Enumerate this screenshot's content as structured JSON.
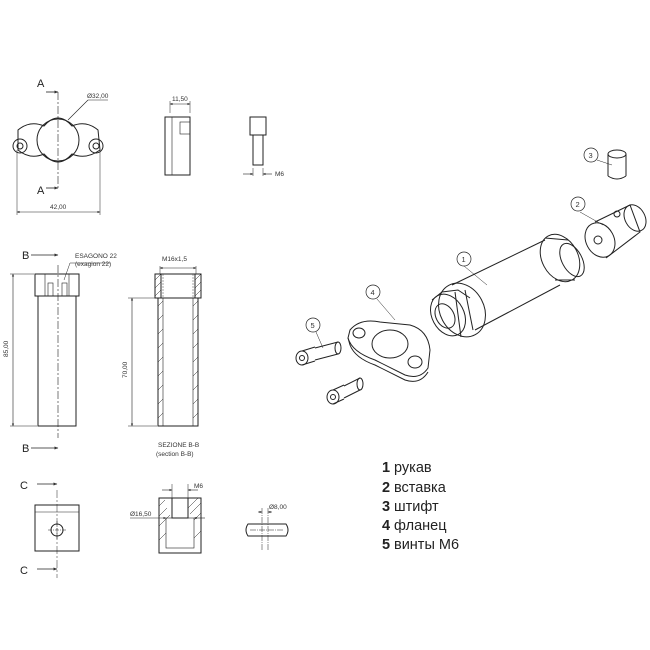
{
  "drawing": {
    "flange_view": {
      "section_letter_top": "A",
      "section_letter_bottom": "A",
      "diameter_label": "Ø32,00",
      "width_label": "42,00"
    },
    "insert_view": {
      "width_label": "11,50"
    },
    "screw_view": {
      "thread_label": "M6"
    },
    "sleeve_view": {
      "section_letter_top": "B",
      "section_letter_bottom": "B",
      "hex_label": "ESAGONO 22",
      "hex_label_en": "(exagion 22)",
      "height_label": "85,00"
    },
    "section_view": {
      "thread_label": "M16x1,5",
      "height_label": "70,00",
      "section_title": "SEZIONE B-B",
      "section_title_en": "(section B-B)"
    },
    "c_view": {
      "section_letter_top": "C",
      "section_letter_bottom": "C"
    },
    "insert_section": {
      "thread_label": "M6",
      "diameter_label": "Ø16,50"
    },
    "pin_view": {
      "diameter_label": "Ø8,00"
    }
  },
  "bubbles": {
    "sleeve": "1",
    "insert": "2",
    "pin": "3",
    "flange": "4",
    "screws": "5"
  },
  "legend": [
    {
      "num": "1",
      "text": "рукав"
    },
    {
      "num": "2",
      "text": "вставка"
    },
    {
      "num": "3",
      "text": "штифт"
    },
    {
      "num": "4",
      "text": "фланец"
    },
    {
      "num": "5",
      "text": "винты М6"
    }
  ]
}
